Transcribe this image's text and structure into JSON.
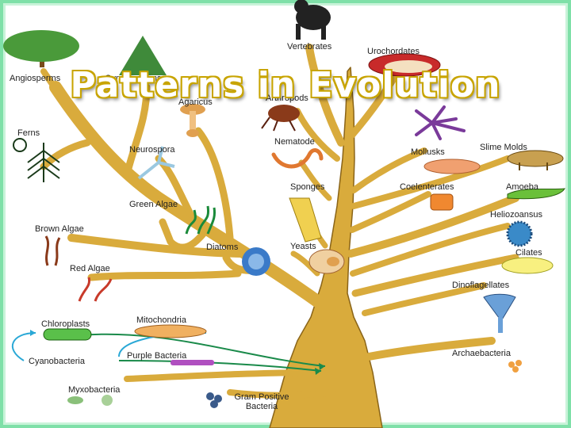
{
  "title": "Patterns in Evolution",
  "colors": {
    "trunk": "#d9ab3c",
    "trunk_outline": "#8a6418",
    "title_outline": "#c8a400",
    "border": "#7fe0a8"
  },
  "labels": {
    "angiosperms": "Angiosperms",
    "gymnosperms": "Gymnosperms",
    "vertebrates": "Vertebrates",
    "urochordates": "Urochordates",
    "agaricus": "Agaricus",
    "arthropods": "Arthropods",
    "ferns": "Ferns",
    "neurospora": "Neurospora",
    "nematode": "Nematode",
    "mollusks": "Mollusks",
    "slime_molds": "Slime Molds",
    "green_algae": "Green Algae",
    "sponges": "Sponges",
    "coelenterates": "Coelenterates",
    "amoeba": "Amoeba",
    "heliozoans": "Heliozoansus",
    "brown_algae": "Brown Algae",
    "diatoms": "Diatoms",
    "yeasts": "Yeasts",
    "ciliates": "Cilates",
    "red_algae": "Red Algae",
    "dinoflagellates": "Dinoflagellates",
    "chloroplasts": "Chloroplasts",
    "mitochondria": "Mitochondria",
    "purple_bacteria": "Purple Bacteria",
    "cyanobacteria": "Cyanobacteria",
    "archaebacteria": "Archaebacteria",
    "myxobacteria": "Myxobacteria",
    "gram_positive_bacteria": "Gram Positive Bacteria"
  }
}
